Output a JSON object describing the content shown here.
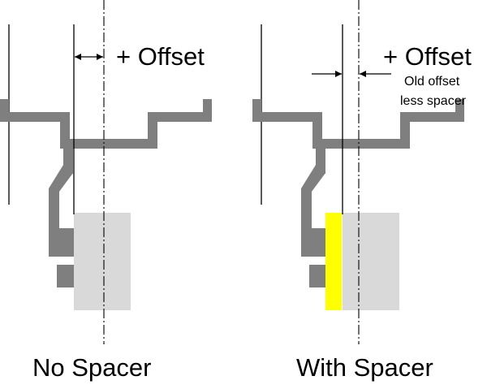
{
  "colors": {
    "background": "#ffffff",
    "line": "#000000",
    "profile": "#7f7f7f",
    "block": "#d9d9d9",
    "spacer": "#ffff00"
  },
  "panels": {
    "left": {
      "offset_label": "+ Offset",
      "caption": "No Spacer"
    },
    "right": {
      "offset_label": "+ Offset",
      "note_line1": "Old offset",
      "note_line2": "less spacer",
      "caption": "With Spacer"
    }
  }
}
